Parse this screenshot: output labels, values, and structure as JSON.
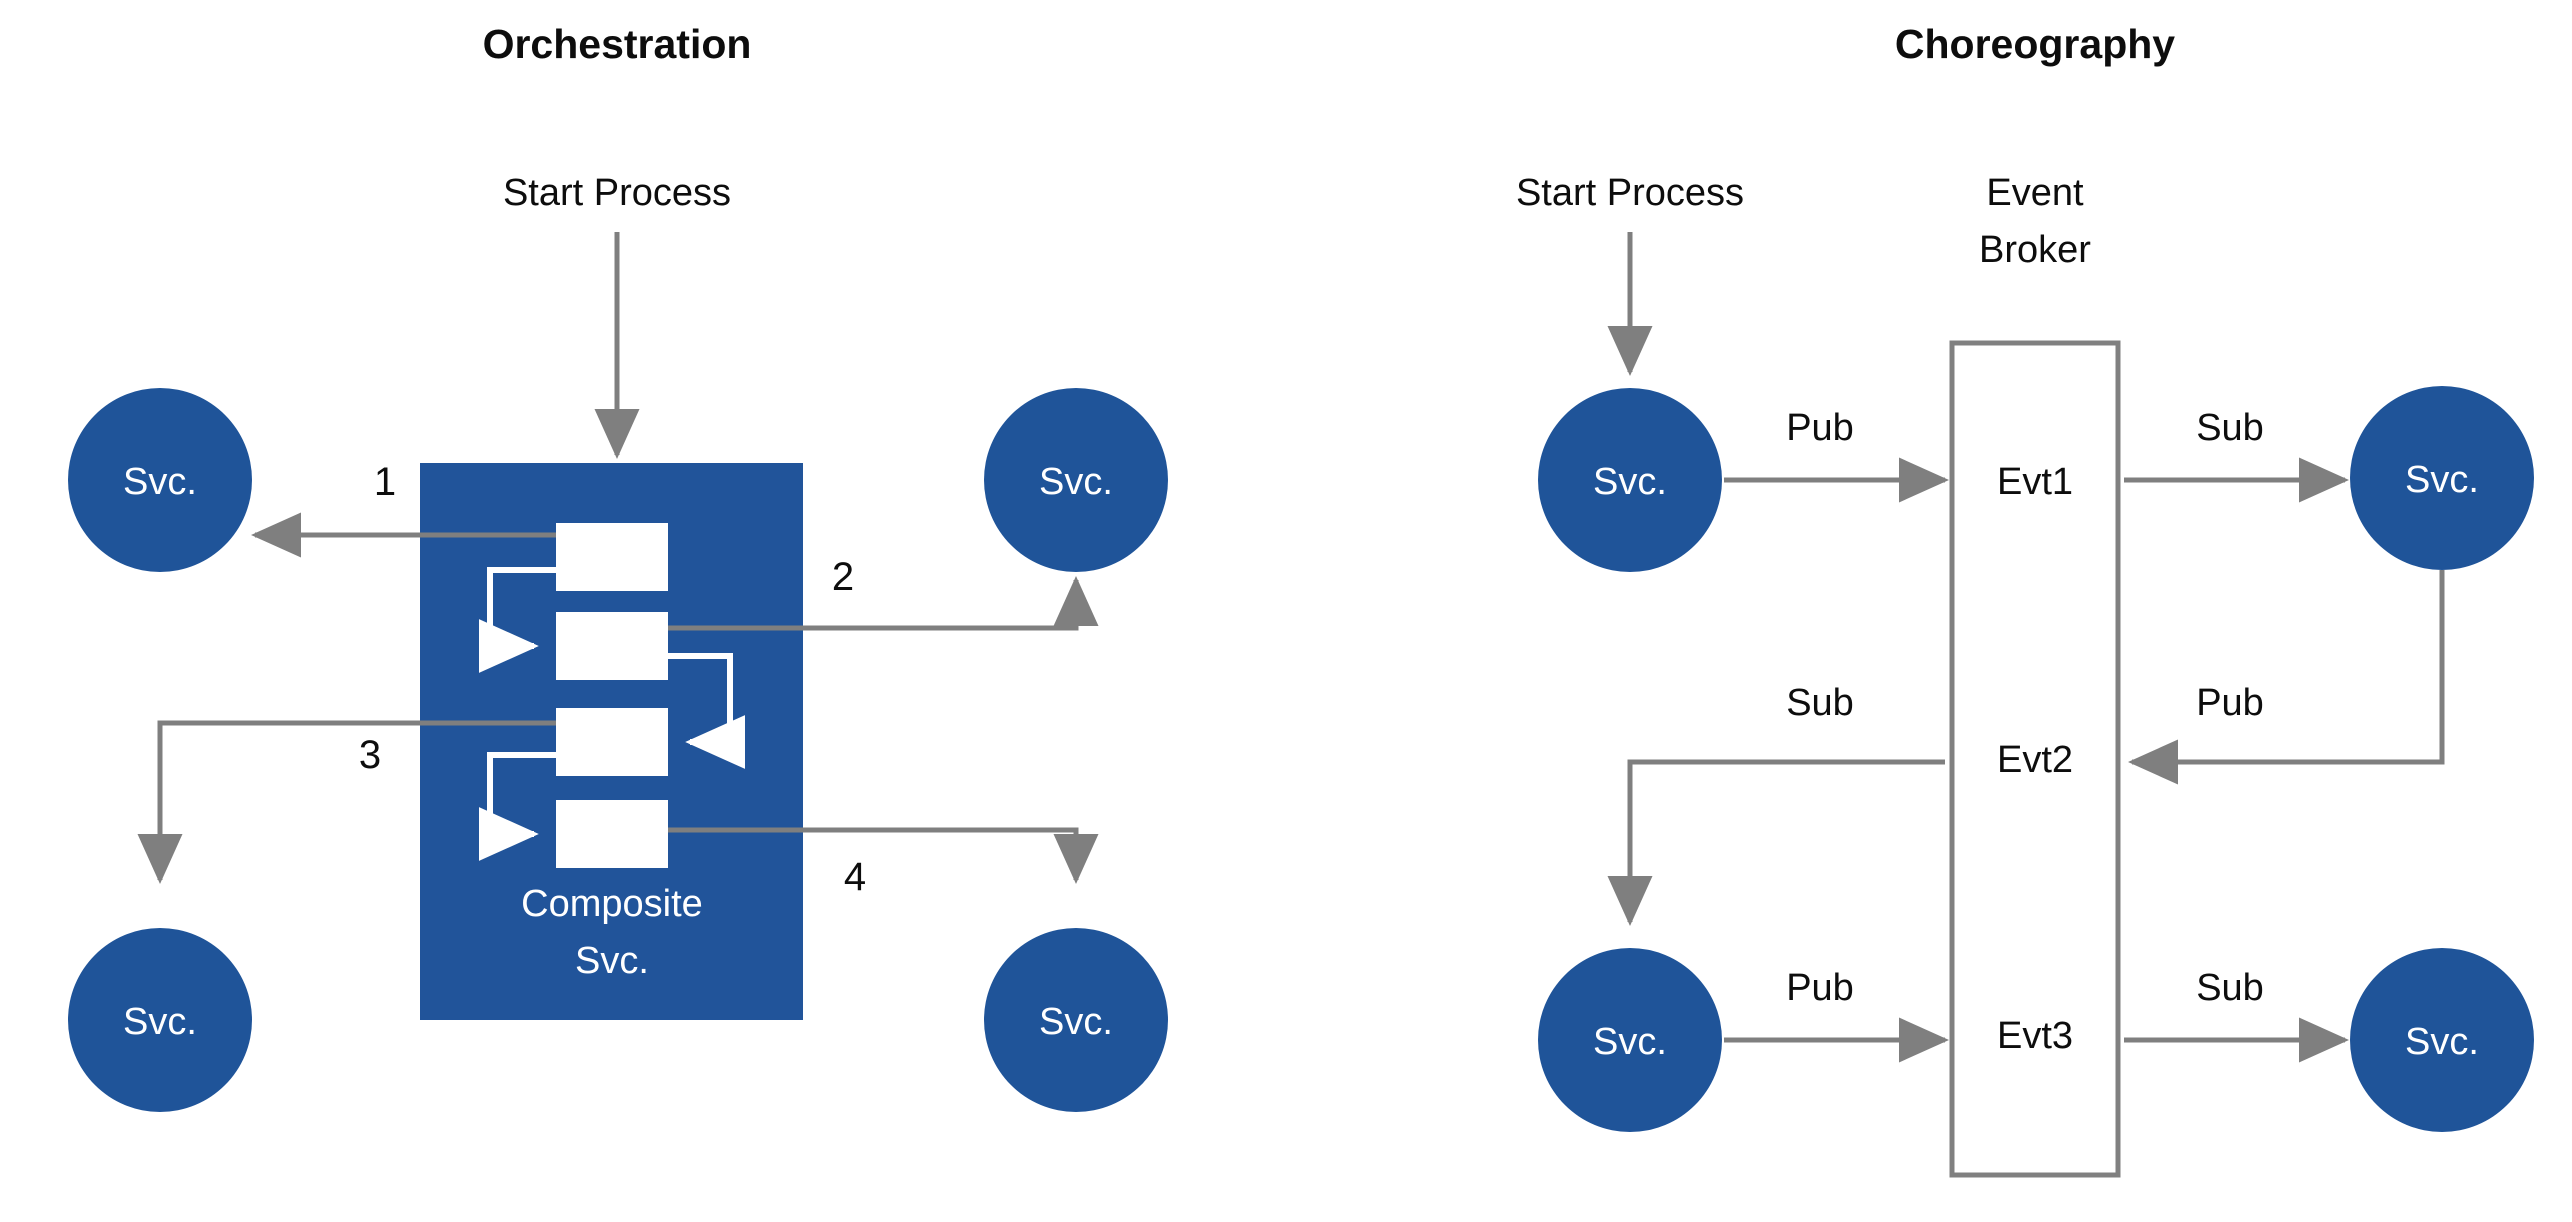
{
  "panels": {
    "left": {
      "title": "Orchestration",
      "start_label": "Start Process",
      "composite": {
        "line1": "Composite",
        "line2": "Svc."
      },
      "services": [
        {
          "label": "Svc.",
          "position": "top-left"
        },
        {
          "label": "Svc.",
          "position": "top-right"
        },
        {
          "label": "Svc.",
          "position": "bottom-left"
        },
        {
          "label": "Svc.",
          "position": "bottom-right"
        }
      ],
      "steps": [
        {
          "number": "1",
          "target": "top-left"
        },
        {
          "number": "2",
          "target": "top-right"
        },
        {
          "number": "3",
          "target": "bottom-left"
        },
        {
          "number": "4",
          "target": "bottom-right"
        }
      ],
      "internal_steps": 4
    },
    "right": {
      "title": "Choreography",
      "start_label": "Start Process",
      "broker": {
        "title_line1": "Event",
        "title_line2": "Broker",
        "events": [
          "Evt1",
          "Evt2",
          "Evt3"
        ]
      },
      "services": [
        {
          "label": "Svc.",
          "position": "left-top"
        },
        {
          "label": "Svc.",
          "position": "right-top"
        },
        {
          "label": "Svc.",
          "position": "left-bottom"
        },
        {
          "label": "Svc.",
          "position": "right-bottom"
        }
      ],
      "edges": [
        {
          "label": "Pub",
          "from": "left-top",
          "to": "Evt1"
        },
        {
          "label": "Sub",
          "from": "Evt1",
          "to": "right-top"
        },
        {
          "label": "Pub",
          "from": "right-top",
          "to": "Evt2"
        },
        {
          "label": "Sub",
          "from": "Evt2",
          "to": "left-bottom"
        },
        {
          "label": "Pub",
          "from": "left-bottom",
          "to": "Evt3"
        },
        {
          "label": "Sub",
          "from": "Evt3",
          "to": "right-bottom"
        }
      ]
    }
  },
  "colors": {
    "service_blue": "#1F5499",
    "composite_blue": "#21549A",
    "arrow_gray": "#7F7F7F",
    "broker_border": "#808080",
    "text_black": "#0D0D0D",
    "white": "#FFFFFF"
  }
}
